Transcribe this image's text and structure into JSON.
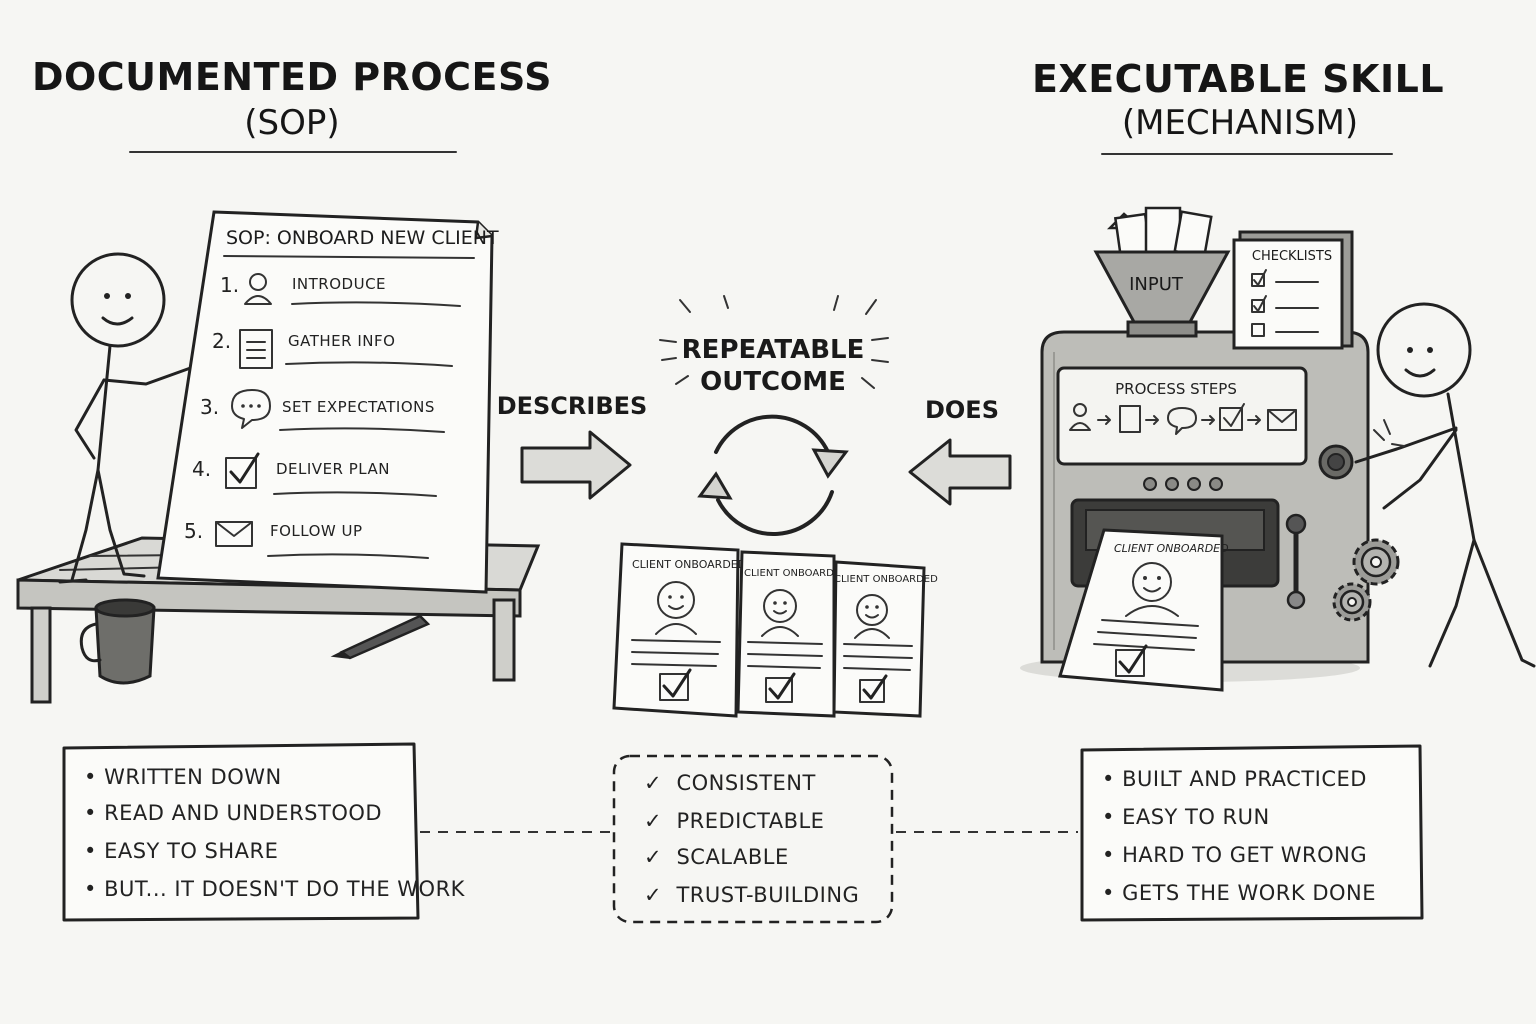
{
  "left": {
    "title": "Documented Process",
    "subtitle": "(SOP)",
    "sop_title": "SOP: Onboard New Client",
    "steps": [
      {
        "num": "1.",
        "label": "Introduce",
        "icon": "person-icon"
      },
      {
        "num": "2.",
        "label": "Gather Info",
        "icon": "document-icon"
      },
      {
        "num": "3.",
        "label": "Set Expectations",
        "icon": "speech-bubble-icon"
      },
      {
        "num": "4.",
        "label": "Deliver Plan",
        "icon": "checkbox-icon"
      },
      {
        "num": "5.",
        "label": "Follow Up",
        "icon": "envelope-icon"
      }
    ],
    "bullets": [
      "Written down",
      "Read and understood",
      "Easy to share",
      "But... it doesn't do the work"
    ]
  },
  "center": {
    "title_line1": "Repeatable",
    "title_line2": "Outcome",
    "describes": "Describes",
    "does": "Does",
    "card_label": "Client Onboarded",
    "checks": [
      "Consistent",
      "Predictable",
      "Scalable",
      "Trust-building"
    ]
  },
  "right": {
    "title": "Executable Skill",
    "subtitle": "(Mechanism)",
    "input_label": "Input",
    "checklists_label": "Checklists",
    "process_steps_label": "Process Steps",
    "output_label": "Client Onboarded",
    "bullets": [
      "Built and practiced",
      "Easy to run",
      "Hard to get wrong",
      "Gets the work done"
    ]
  }
}
